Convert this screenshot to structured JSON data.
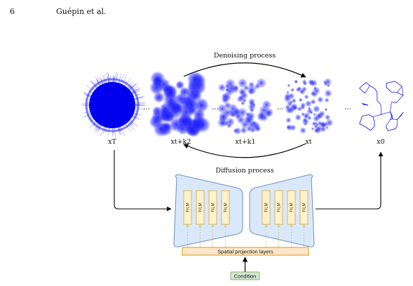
{
  "page": {
    "number": "6",
    "running_head": "Guépin et al."
  },
  "figure": {
    "top_process_label": "Denoising process",
    "bottom_process_label": "Diffusion process",
    "ellipsis": "...",
    "samples": [
      {
        "label": "xT"
      },
      {
        "label": "xt+k2"
      },
      {
        "label": "xt+k1"
      },
      {
        "label": "xt"
      },
      {
        "label": "x0"
      }
    ],
    "film_label": "FiLM",
    "projection_label": "Spatial projection layers",
    "condition_label": "Condition",
    "colors": {
      "point_cloud": "#1a1aff",
      "unet_fill": "#dae8fc",
      "unet_stroke": "#6c8ebf",
      "film_fill": "#fff2cc",
      "film_stroke": "#d6b656",
      "projection_fill": "#ffe6cc",
      "projection_stroke": "#d79b00",
      "condition_fill": "#d5e8d4",
      "condition_stroke": "#82b366"
    }
  }
}
